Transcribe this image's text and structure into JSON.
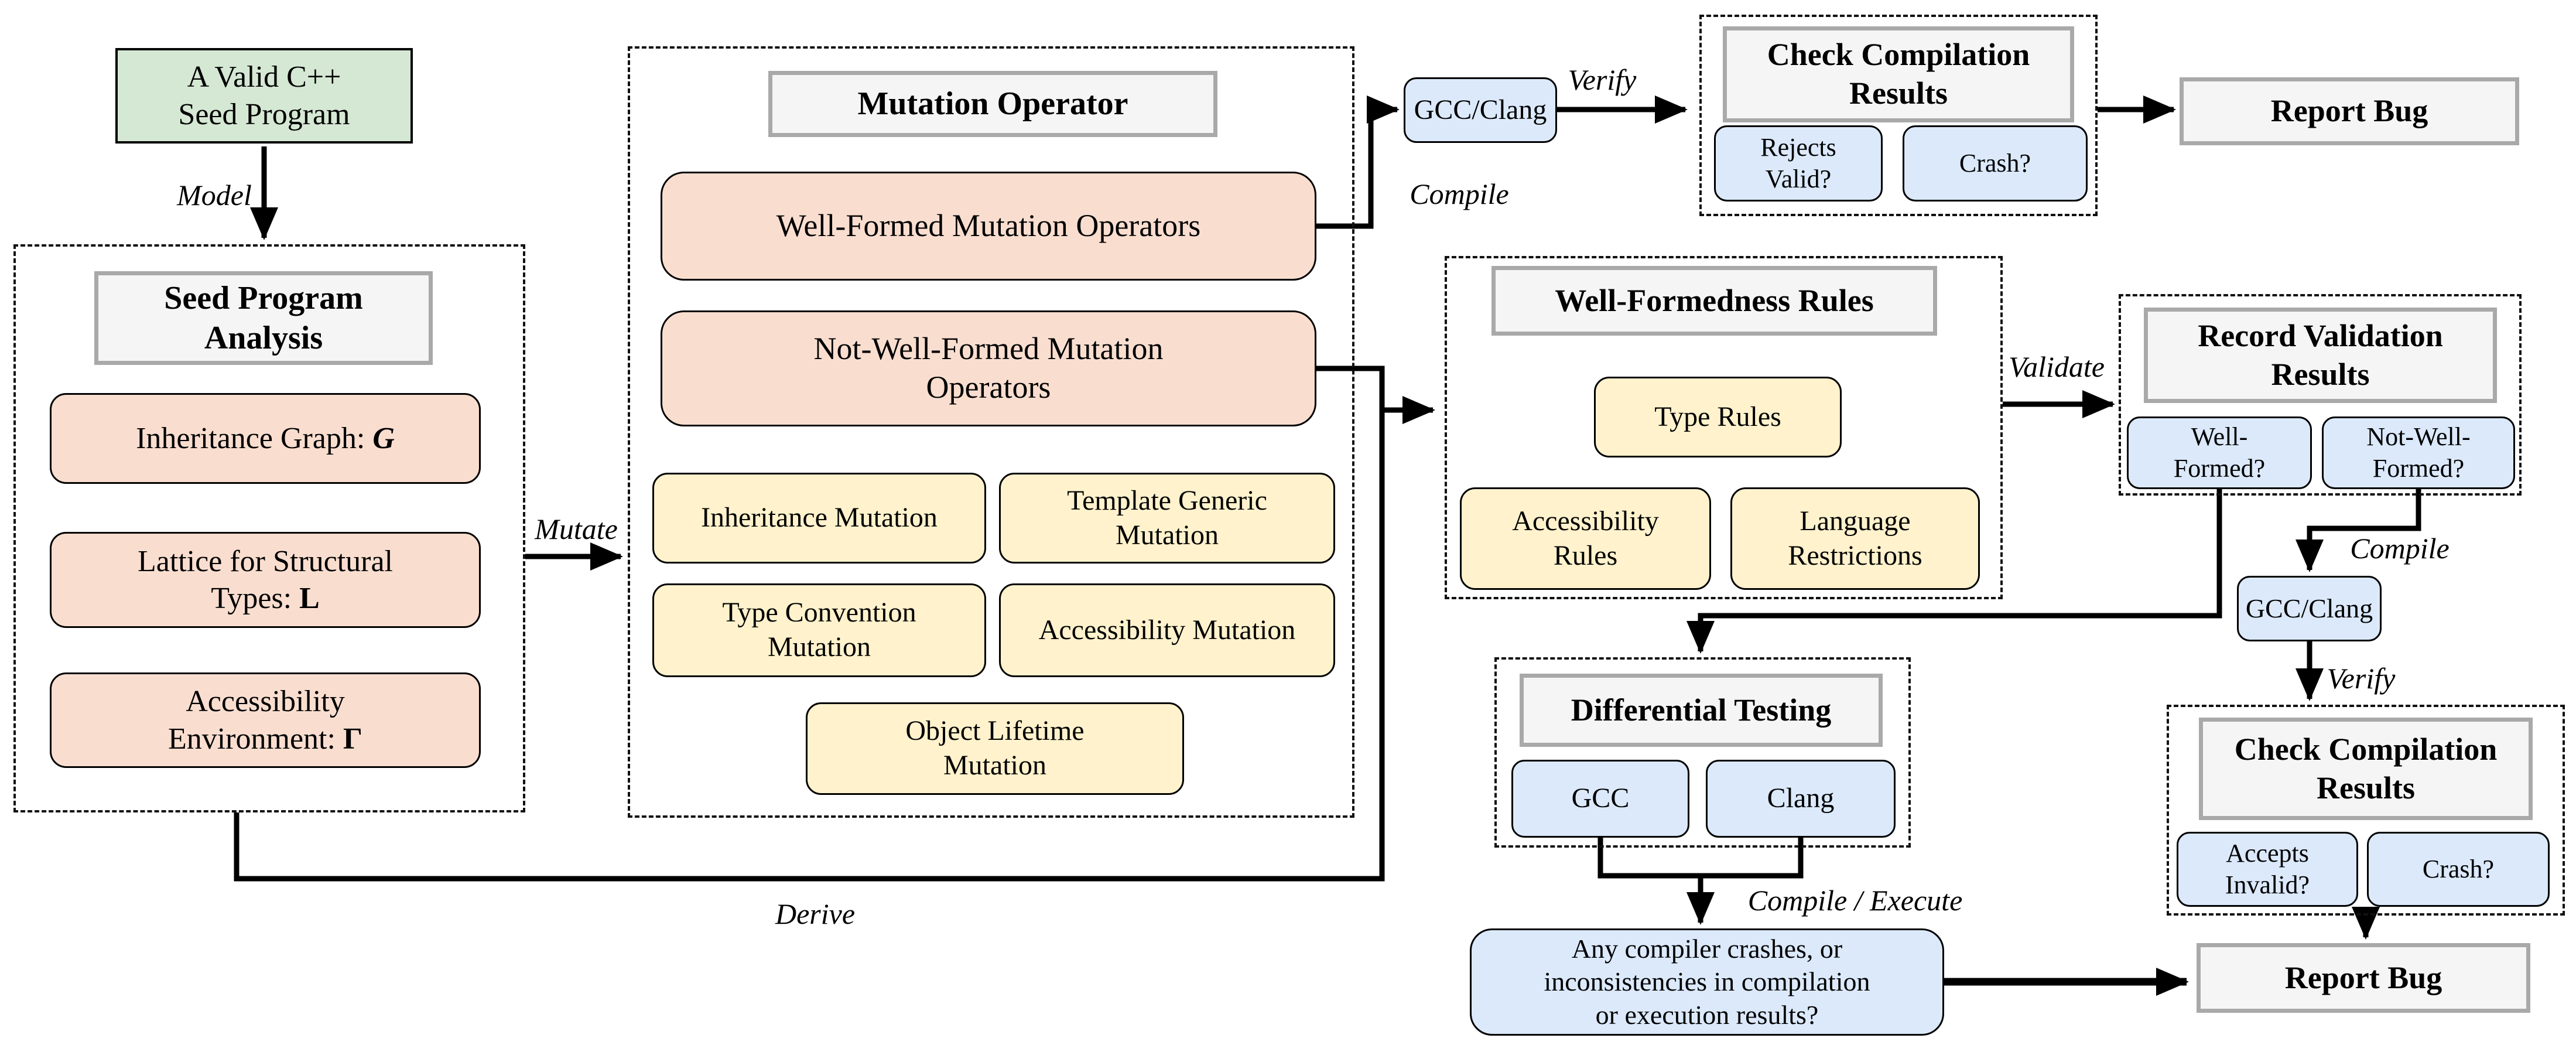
{
  "colors": {
    "node_green": "#d5e8d4",
    "node_peach": "#f9ded0",
    "node_yellow": "#fff2cc",
    "node_blue": "#dbe9fb",
    "header_fill": "#f5f5f5",
    "header_border": "#a9a9a9",
    "line_black": "#000000"
  },
  "edges": {
    "model": "Model",
    "mutate": "Mutate",
    "compile_top": "Compile",
    "verify_top": "Verify",
    "validate": "Validate",
    "derive": "Derive",
    "compile_right": "Compile",
    "verify_right": "Verify",
    "compile_execute": "Compile / Execute"
  },
  "nodes": {
    "seed_program": {
      "lines": [
        "A Valid C++",
        "Seed Program"
      ]
    },
    "seed_analysis": {
      "title_lines": [
        "Seed Program",
        "Analysis"
      ],
      "inheritance_graph": {
        "text": "Inheritance Graph: ",
        "symbol": "G"
      },
      "lattice": {
        "line1": "Lattice for Structural",
        "line2": "Types: ",
        "symbol": "L"
      },
      "accessibility_env": {
        "line1": "Accessibility",
        "line2": "Environment: ",
        "symbol": "Γ"
      }
    },
    "mutation_operator": {
      "title": "Mutation Operator",
      "well_formed_ops": "Well-Formed Mutation Operators",
      "not_well_formed_ops_lines": [
        "Not-Well-Formed Mutation",
        "Operators"
      ],
      "inheritance_mutation": "Inheritance Mutation",
      "template_generic_lines": [
        "Template Generic",
        "Mutation"
      ],
      "type_convention_lines": [
        "Type Convention",
        "Mutation"
      ],
      "accessibility_mutation": "Accessibility Mutation",
      "object_lifetime_lines": [
        "Object Lifetime",
        "Mutation"
      ]
    },
    "gcc_clang_top": "GCC/Clang",
    "check_results_top": {
      "title_lines": [
        "Check Compilation",
        "Results"
      ],
      "rejects_valid_lines": [
        "Rejects",
        "Valid?"
      ],
      "crash": "Crash?"
    },
    "report_bug_top": "Report Bug",
    "wf_rules": {
      "title": "Well-Formedness Rules",
      "type_rules": "Type Rules",
      "accessibility_rules_lines": [
        "Accessibility",
        "Rules"
      ],
      "language_restrictions_lines": [
        "Language",
        "Restrictions"
      ]
    },
    "record_validation": {
      "title_lines": [
        "Record Validation",
        "Results"
      ],
      "well_formed_lines": [
        "Well-",
        "Formed?"
      ],
      "not_well_formed_lines": [
        "Not-Well-",
        "Formed?"
      ]
    },
    "gcc_clang_right": "GCC/Clang",
    "check_results_bottom": {
      "title_lines": [
        "Check Compilation",
        "Results"
      ],
      "accepts_invalid_lines": [
        "Accepts",
        "Invalid?"
      ],
      "crash": "Crash?"
    },
    "report_bug_bottom": "Report Bug",
    "differential_testing": {
      "title": "Differential Testing",
      "gcc": "GCC",
      "clang": "Clang"
    },
    "crash_question_lines": [
      "Any compiler crashes, or",
      "inconsistencies in compilation",
      "or execution results?"
    ]
  }
}
